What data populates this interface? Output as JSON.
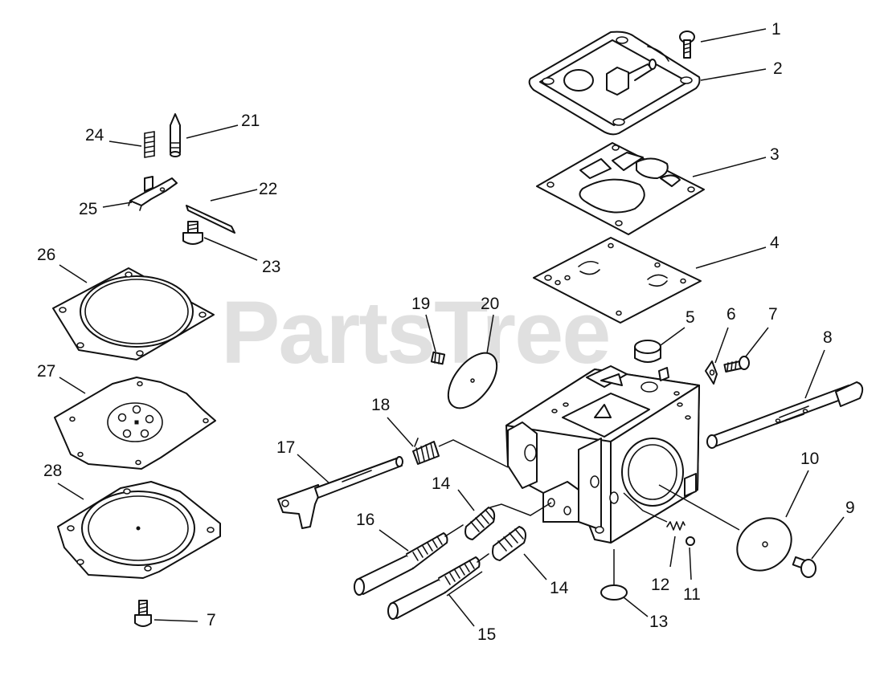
{
  "watermark": {
    "text": "PartsTree",
    "trademark": "™"
  },
  "callouts": [
    {
      "id": "callout-1",
      "label": "1"
    },
    {
      "id": "callout-2",
      "label": "2"
    },
    {
      "id": "callout-3",
      "label": "3"
    },
    {
      "id": "callout-4",
      "label": "4"
    },
    {
      "id": "callout-5",
      "label": "5"
    },
    {
      "id": "callout-6",
      "label": "6"
    },
    {
      "id": "callout-7a",
      "label": "7"
    },
    {
      "id": "callout-8",
      "label": "8"
    },
    {
      "id": "callout-9",
      "label": "9"
    },
    {
      "id": "callout-10",
      "label": "10"
    },
    {
      "id": "callout-11",
      "label": "11"
    },
    {
      "id": "callout-12",
      "label": "12"
    },
    {
      "id": "callout-13",
      "label": "13"
    },
    {
      "id": "callout-14a",
      "label": "14"
    },
    {
      "id": "callout-14b",
      "label": "14"
    },
    {
      "id": "callout-15",
      "label": "15"
    },
    {
      "id": "callout-16",
      "label": "16"
    },
    {
      "id": "callout-17",
      "label": "17"
    },
    {
      "id": "callout-18",
      "label": "18"
    },
    {
      "id": "callout-19",
      "label": "19"
    },
    {
      "id": "callout-20",
      "label": "20"
    },
    {
      "id": "callout-21",
      "label": "21"
    },
    {
      "id": "callout-22",
      "label": "22"
    },
    {
      "id": "callout-23",
      "label": "23"
    },
    {
      "id": "callout-24",
      "label": "24"
    },
    {
      "id": "callout-25",
      "label": "25"
    },
    {
      "id": "callout-26",
      "label": "26"
    },
    {
      "id": "callout-27",
      "label": "27"
    },
    {
      "id": "callout-28",
      "label": "28"
    },
    {
      "id": "callout-7b",
      "label": "7"
    }
  ]
}
